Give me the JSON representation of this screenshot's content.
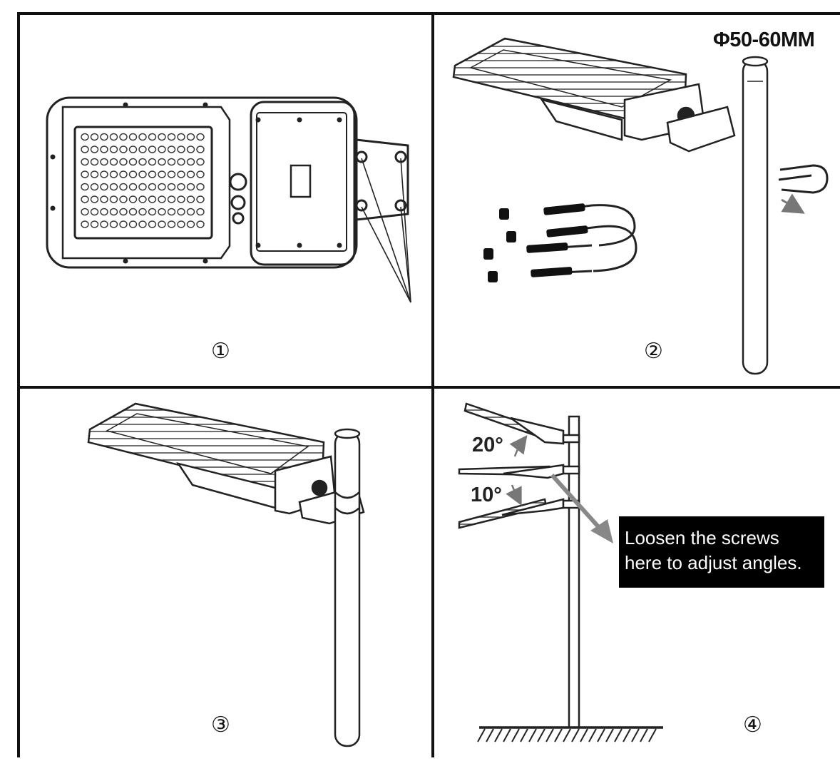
{
  "steps": [
    {
      "label": "①"
    },
    {
      "label": "②"
    },
    {
      "label": "③"
    },
    {
      "label": "④"
    }
  ],
  "pole_diameter": "Φ50-60MM",
  "angles": {
    "up": "20°",
    "down": "10°"
  },
  "instruction": {
    "line1": "Loosen the screws",
    "line2": "here to adjust angles."
  }
}
